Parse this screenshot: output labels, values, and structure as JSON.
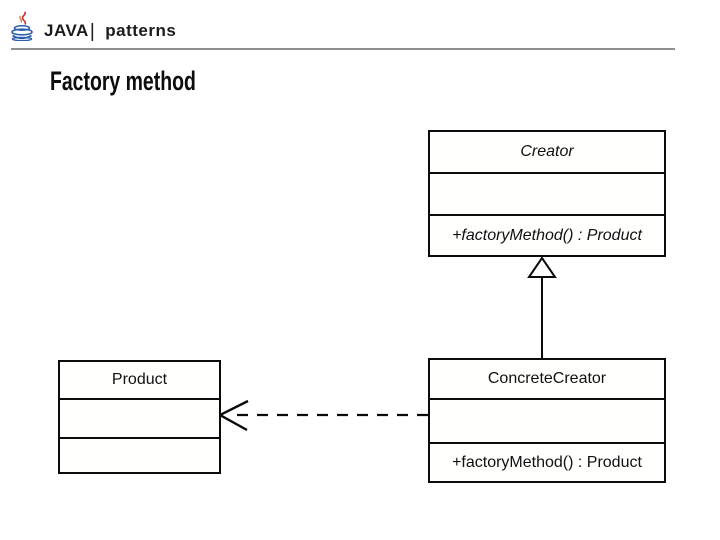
{
  "header": {
    "brand_primary": "JAVA",
    "brand_separator": "|",
    "brand_secondary": "patterns",
    "rule_color": "#8f8f8f",
    "logo_icon": "java-coffee-cup-icon",
    "logo_colors": {
      "steam": "#c8342b",
      "cup": "#2a5db0"
    }
  },
  "slide": {
    "title": "Factory method"
  },
  "diagram": {
    "line_color": "#0b0b0b",
    "classes": [
      {
        "name": "Creator",
        "abstract": true,
        "attributes": "",
        "methods": "+factoryMethod() : Product"
      },
      {
        "name": "ConcreteCreator",
        "abstract": false,
        "attributes": "",
        "methods": "+factoryMethod() : Product"
      },
      {
        "name": "Product",
        "abstract": false,
        "attributes": "",
        "methods": ""
      }
    ],
    "relations": [
      {
        "type": "generalization",
        "from": "ConcreteCreator",
        "to": "Creator"
      },
      {
        "type": "dependency",
        "style": "dashed",
        "from": "ConcreteCreator",
        "to": "Product"
      }
    ]
  }
}
